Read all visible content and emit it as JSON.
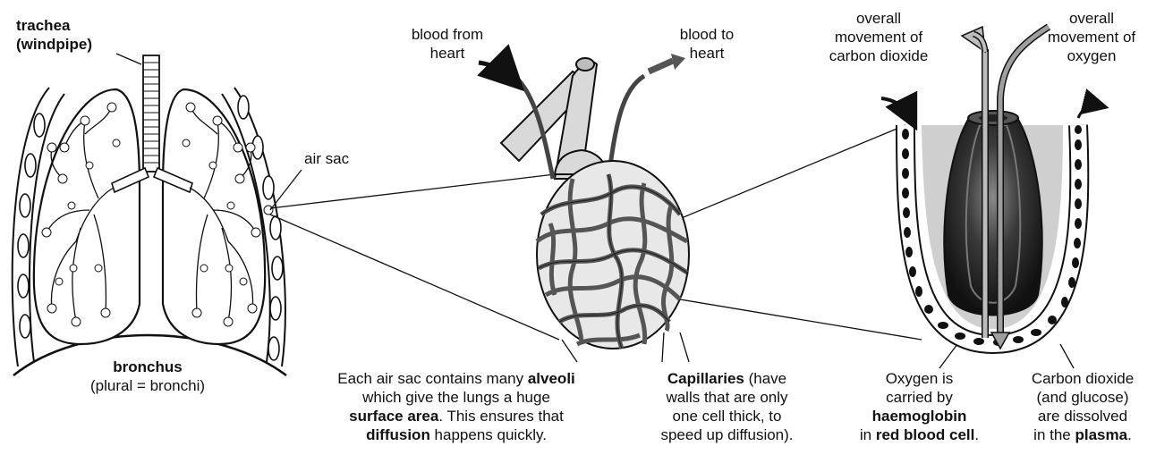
{
  "labels": {
    "trachea": "trachea",
    "windpipe": "(windpipe)",
    "air_sac": "air sac",
    "bronchus": "bronchus",
    "bronchus_plural": "(plural = bronchi)",
    "blood_from_1": "blood from",
    "blood_from_2": "heart",
    "blood_to_1": "blood to",
    "blood_to_2": "heart",
    "co2_move_1": "overall",
    "co2_move_2": "movement of",
    "co2_move_3": "carbon dioxide",
    "o2_move_1": "overall",
    "o2_move_2": "movement of",
    "o2_move_3": "oxygen"
  },
  "captions": {
    "alveoli": {
      "l1a": "Each air sac contains many ",
      "l1b": "alveoli",
      "l2": "which give the lungs a huge",
      "l3a": "surface area",
      "l3b": ". This ensures that",
      "l4a": "diffusion",
      "l4b": " happens quickly."
    },
    "capillaries": {
      "l1a": "Capillaries",
      "l1b": " (have",
      "l2": "walls that are only",
      "l3": "one cell thick, to",
      "l4": "speed up diffusion)."
    },
    "oxygen": {
      "l1": "Oxygen is",
      "l2": "carried by",
      "l3": "haemoglobin",
      "l4a": "in ",
      "l4b": "red blood cell",
      "l4c": "."
    },
    "co2": {
      "l1": "Carbon dioxide",
      "l2": "(and glucose)",
      "l3": "are dissolved",
      "l4a": "in the ",
      "l4b": "plasma",
      "l4c": "."
    }
  },
  "colors": {
    "outline": "#111111",
    "capillary": "#555555",
    "vessel": "#d9d9d9",
    "lung_fill": "#ffffff",
    "co2_arrow": "#bdbdbd",
    "o2_arrow": "#9e9e9e",
    "plasma": "#cfcfcf"
  },
  "icons": [
    "trachea-rings",
    "branching-bronchioles",
    "alveolus-cluster",
    "capillary-network",
    "red-blood-cell",
    "flow-arrow"
  ]
}
